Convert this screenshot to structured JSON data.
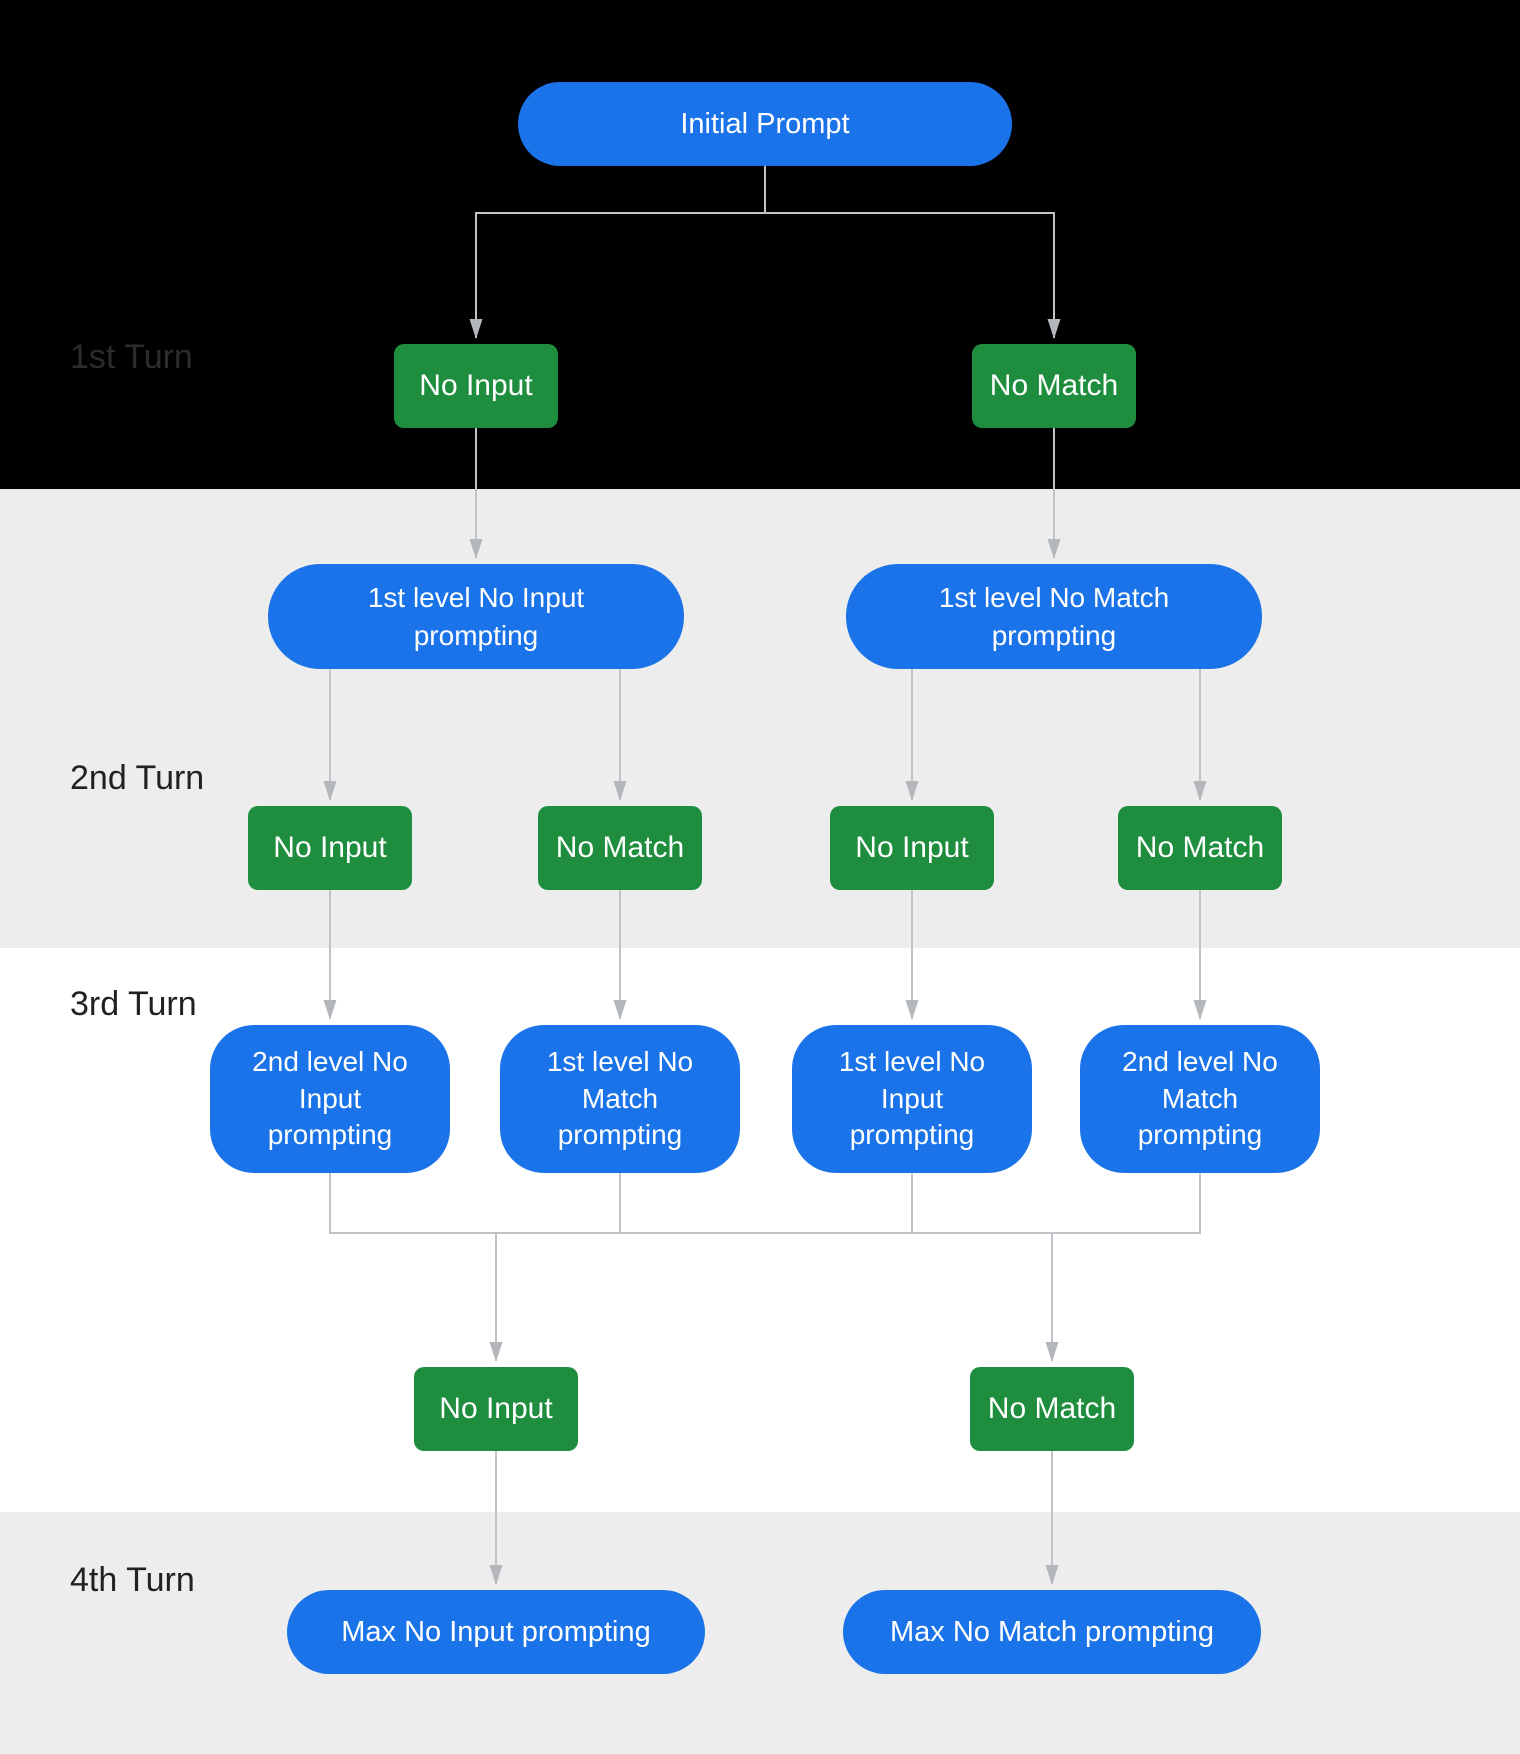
{
  "colors": {
    "background_black": "#000000",
    "background_gray": "#ededed",
    "background_white": "#ffffff",
    "node_blue": "#1a73e8",
    "node_green": "#1e8e3e",
    "node_text": "#ffffff",
    "connector": "#c0c3c8",
    "connector_head": "#b3b7bc",
    "turn_label": "#202124",
    "turn_label_on_black": "#2a2c30"
  },
  "turn_labels": {
    "turn1": "1st Turn",
    "turn2": "2nd Turn",
    "turn3": "3rd Turn",
    "turn4": "4th Turn"
  },
  "nodes": {
    "initial_prompt": "Initial Prompt",
    "no_input": "No Input",
    "no_match": "No Match",
    "level1_no_input_prompting": "1st level No Input prompting",
    "level1_no_match_prompting": "1st level No Match prompting",
    "level2_no_input_prompting": "2nd level No Input prompting",
    "level2_no_match_prompting": "2nd level No Match prompting",
    "max_no_input_prompting": "Max No Input prompting",
    "max_no_match_prompting": "Max No Match prompting"
  },
  "edges": [
    {
      "from": "initial-prompt",
      "to": "t1-no-input"
    },
    {
      "from": "initial-prompt",
      "to": "t1-no-match"
    },
    {
      "from": "t1-no-input",
      "to": "level1-no-input-prompting"
    },
    {
      "from": "t1-no-match",
      "to": "level1-no-match-prompting"
    },
    {
      "from": "level1-no-input-prompting",
      "to": "t2-no-input-left"
    },
    {
      "from": "level1-no-input-prompting",
      "to": "t2-no-match-left"
    },
    {
      "from": "level1-no-match-prompting",
      "to": "t2-no-input-right"
    },
    {
      "from": "level1-no-match-prompting",
      "to": "t2-no-match-right"
    },
    {
      "from": "t2-no-input-left",
      "to": "level2-no-input-prompting"
    },
    {
      "from": "t2-no-match-left",
      "to": "level1-no-match-prompting-2"
    },
    {
      "from": "t2-no-input-right",
      "to": "level1-no-input-prompting-2"
    },
    {
      "from": "t2-no-match-right",
      "to": "level2-no-match-prompting"
    },
    {
      "from": "level2-no-input-prompting",
      "to": "merge-bus"
    },
    {
      "from": "level1-no-match-prompting-2",
      "to": "merge-bus"
    },
    {
      "from": "level1-no-input-prompting-2",
      "to": "merge-bus"
    },
    {
      "from": "level2-no-match-prompting",
      "to": "merge-bus"
    },
    {
      "from": "merge-bus",
      "to": "t3-no-input"
    },
    {
      "from": "merge-bus",
      "to": "t3-no-match"
    },
    {
      "from": "t3-no-input",
      "to": "max-no-input-prompting"
    },
    {
      "from": "t3-no-match",
      "to": "max-no-match-prompting"
    }
  ]
}
